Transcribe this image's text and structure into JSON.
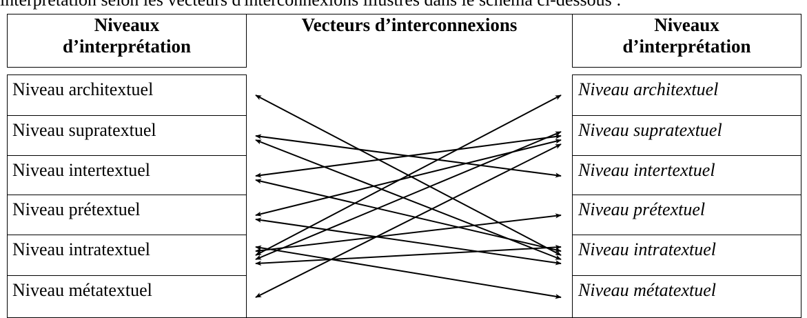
{
  "caption": "interprétation selon les vecteurs d'interconnexions illustrés dans le schéma ci-dessous :",
  "headers": {
    "left": [
      "Niveaux",
      "d’interprétation"
    ],
    "middle": "Vecteurs d’interconnexions",
    "right": [
      "Niveaux",
      "d’interprétation"
    ]
  },
  "left_levels": [
    "Niveau architextuel",
    "Niveau supratextuel",
    "Niveau intertextuel",
    "Niveau prétextuel",
    "Niveau intratextuel",
    "Niveau métatextuel"
  ],
  "right_levels": [
    "Niveau architextuel",
    "Niveau supratextuel",
    "Niveau intertextuel",
    "Niveau prétextuel",
    "Niveau intratextuel",
    "Niveau métatextuel"
  ],
  "arrows": [
    {
      "from": "Niveau architextuel",
      "to": "Niveau intratextuel",
      "direction": "both"
    },
    {
      "from": "Niveau supratextuel",
      "to": "Niveau intertextuel",
      "direction": "both"
    },
    {
      "from": "Niveau supratextuel",
      "to": "Niveau intratextuel",
      "direction": "both"
    },
    {
      "from": "Niveau intertextuel",
      "to": "Niveau supratextuel",
      "direction": "both"
    },
    {
      "from": "Niveau intertextuel",
      "to": "Niveau intratextuel",
      "direction": "both"
    },
    {
      "from": "Niveau prétextuel",
      "to": "Niveau supratextuel",
      "direction": "both"
    },
    {
      "from": "Niveau prétextuel",
      "to": "Niveau intratextuel",
      "direction": "both"
    },
    {
      "from": "Niveau intratextuel",
      "to": "Niveau architextuel",
      "direction": "both"
    },
    {
      "from": "Niveau intratextuel",
      "to": "Niveau supratextuel",
      "direction": "both"
    },
    {
      "from": "Niveau intratextuel",
      "to": "Niveau prétextuel",
      "direction": "both"
    },
    {
      "from": "Niveau intratextuel",
      "to": "Niveau intratextuel",
      "direction": "both"
    },
    {
      "from": "Niveau intratextuel",
      "to": "Niveau métatextuel",
      "direction": "both"
    },
    {
      "from": "Niveau métatextuel",
      "to": "Niveau supratextuel",
      "direction": "both"
    }
  ],
  "colors": {
    "ink": "#000000",
    "background": "#ffffff"
  }
}
